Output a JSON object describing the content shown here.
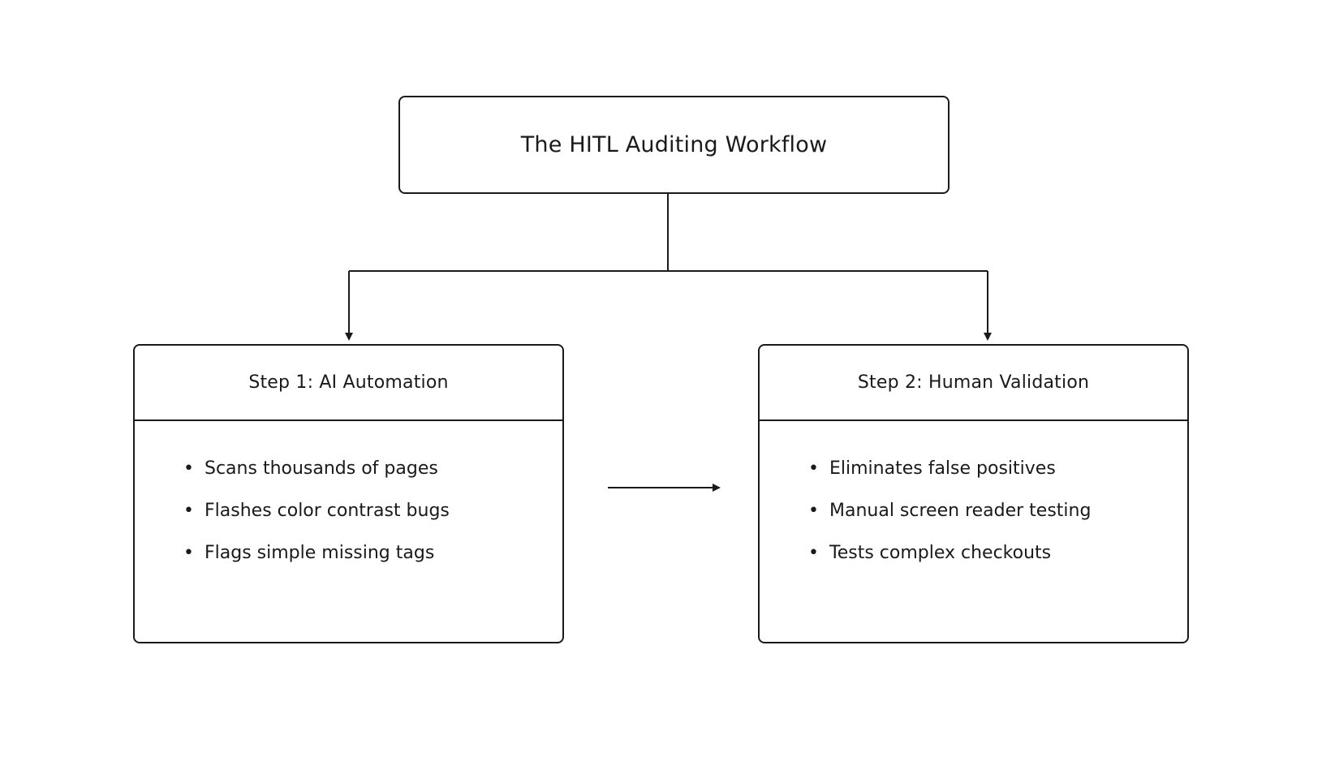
{
  "diagram": {
    "title": "The HITL Auditing Workflow",
    "steps": [
      {
        "title": "Step 1: AI Automation",
        "items": [
          "Scans thousands of pages",
          "Flashes color contrast bugs",
          "Flags simple missing tags"
        ]
      },
      {
        "title": "Step 2: Human Validation",
        "items": [
          "Eliminates false positives",
          "Manual screen reader testing",
          "Tests complex checkouts"
        ]
      }
    ],
    "bullet_glyph": "•",
    "edges": [
      {
        "from": "The HITL Auditing Workflow",
        "to": "Step 1: AI Automation"
      },
      {
        "from": "The HITL Auditing Workflow",
        "to": "Step 2: Human Validation"
      },
      {
        "from": "Step 1: AI Automation",
        "to": "Step 2: Human Validation"
      }
    ],
    "colors": {
      "stroke": "#1a1a1a",
      "background": "#ffffff"
    }
  }
}
